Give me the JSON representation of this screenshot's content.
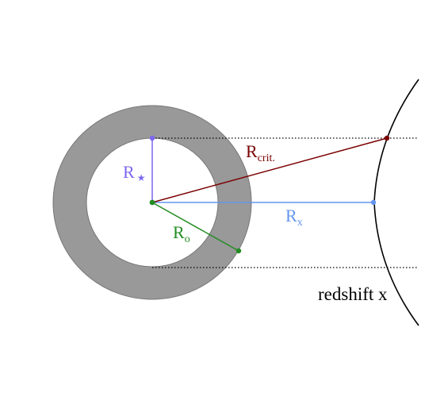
{
  "labels": {
    "r_star": {
      "main": "R",
      "sub": "★"
    },
    "r_crit": {
      "main": "R",
      "sub": "crit."
    },
    "r_o": {
      "main": "R",
      "sub": "o"
    },
    "r_x": {
      "main": "R",
      "sub": "x"
    },
    "redshift": "redshift x"
  },
  "colors": {
    "ring": "#999999",
    "ring_stroke": "#777777",
    "r_star": "#7b68ee",
    "r_crit": "#7b0000",
    "r_o": "#228b22",
    "r_x": "#6495ed",
    "curve": "#000000",
    "text": "#000000"
  }
}
